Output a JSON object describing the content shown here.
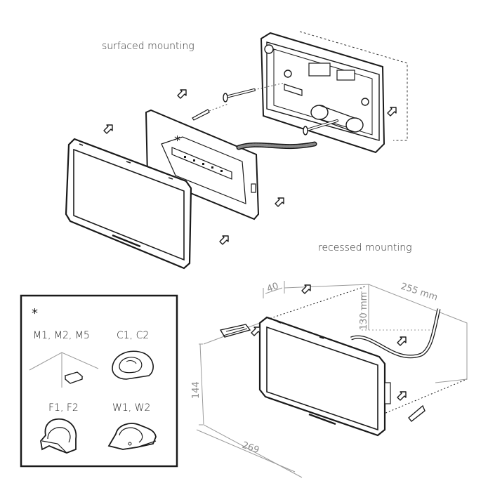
{
  "labels": {
    "surfaced": "surfaced mounting",
    "recessed": "recessed mounting"
  },
  "dimensions": {
    "depth": "40",
    "height_top": "130 mm",
    "cable": "255 mm",
    "height": "144",
    "width": "269"
  },
  "marker": "*",
  "legend": {
    "star": "*",
    "items": [
      {
        "label": "M1, M2, M5"
      },
      {
        "label": "C1, C2"
      },
      {
        "label": "F1, F2"
      },
      {
        "label": "W1, W2"
      }
    ]
  },
  "colors": {
    "line": "#1a1a1a",
    "dim_line": "#9a9a9a",
    "fill": "#ffffff"
  }
}
